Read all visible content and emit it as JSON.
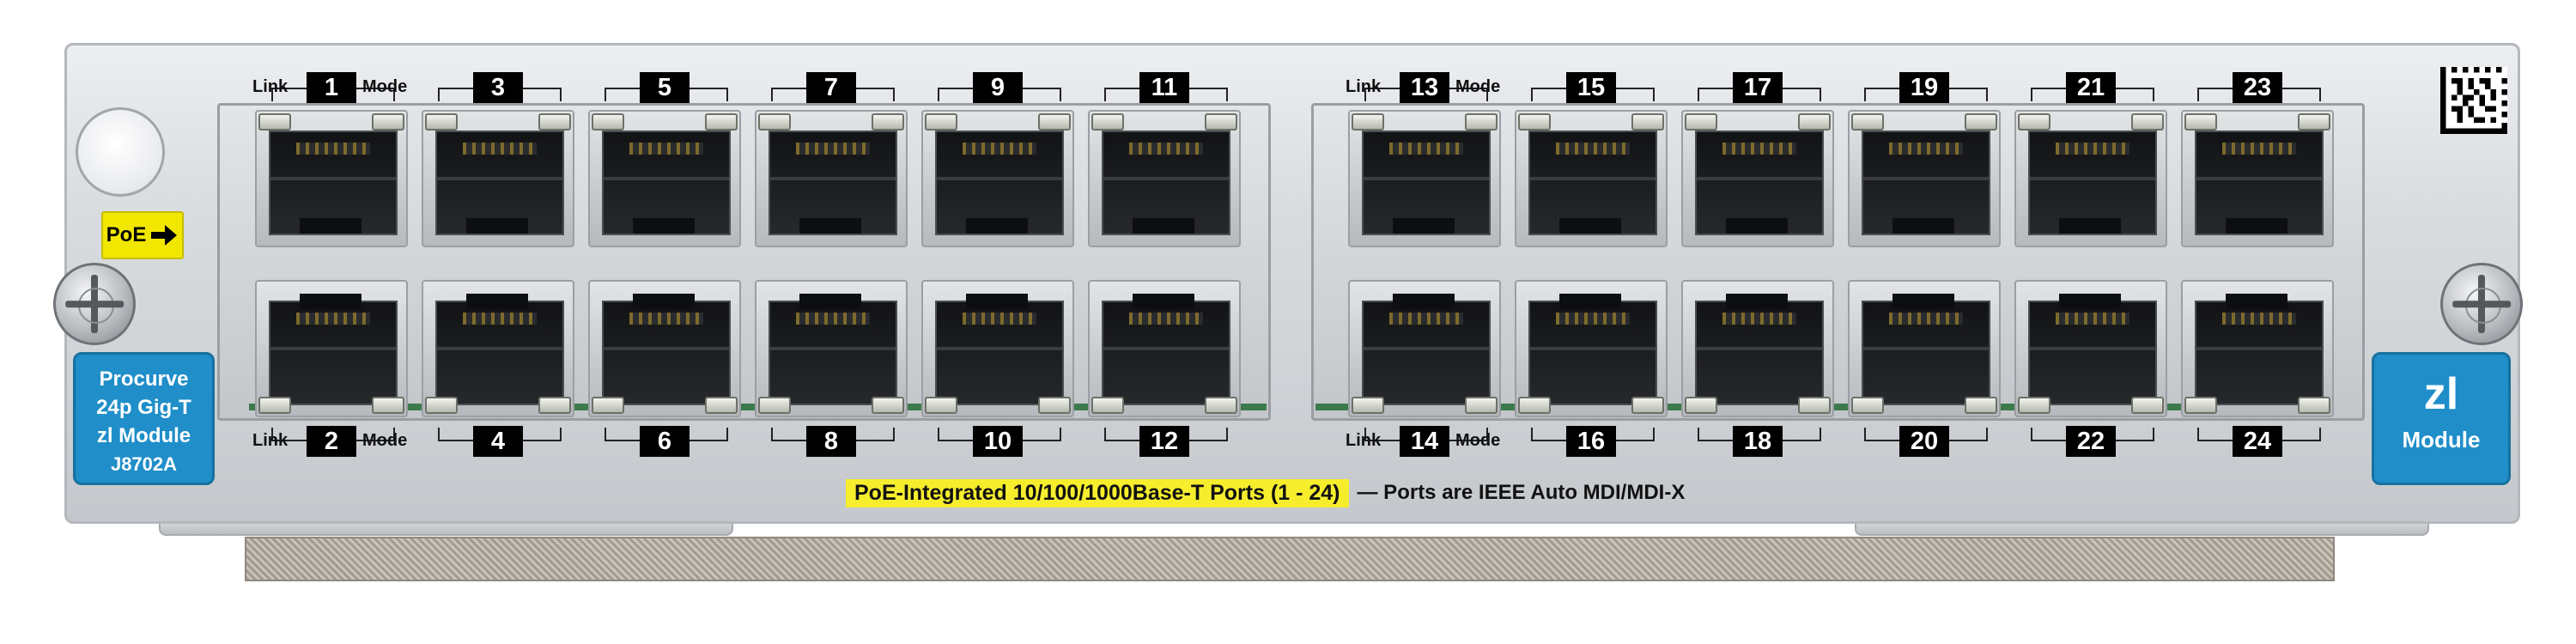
{
  "module": {
    "poe_badge": "PoE",
    "left_badge": [
      "Procurve",
      "24p Gig-T",
      "zl Module",
      "J8702A"
    ],
    "right_badge": {
      "big": "zl",
      "small": "Module"
    },
    "caption_highlight": "PoE-Integrated 10/100/1000Base-T Ports (1 - 24)",
    "caption_rest": "— Ports are IEEE Auto MDI/MDI-X",
    "link_label": "Link",
    "mode_label": "Mode"
  },
  "ports": {
    "top_left": [
      "1",
      "3",
      "5",
      "7",
      "9",
      "11"
    ],
    "top_right": [
      "13",
      "15",
      "17",
      "19",
      "21",
      "23"
    ],
    "bottom_left": [
      "2",
      "4",
      "6",
      "8",
      "10",
      "12"
    ],
    "bottom_right": [
      "14",
      "16",
      "18",
      "20",
      "22",
      "24"
    ]
  },
  "colors": {
    "badge_blue": "#1f8ec9",
    "poe_yellow": "#f1e700",
    "caption_yellow": "#f6ee2d"
  }
}
